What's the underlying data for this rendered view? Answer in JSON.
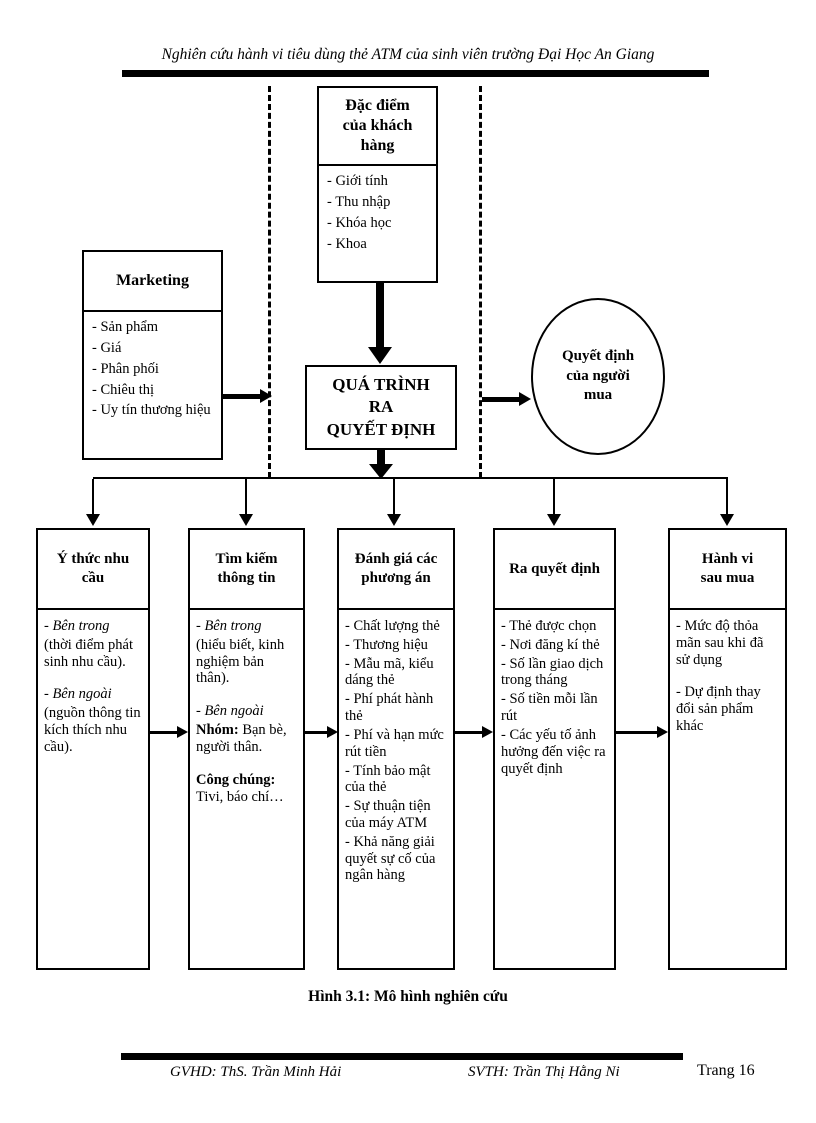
{
  "page": {
    "header": {
      "title": "Nghiên cứu hành vi tiêu dùng thẻ ATM của sinh viên trường Đại Học An Giang"
    },
    "caption": "Hình 3.1: Mô hình nghiên cứu",
    "footer": {
      "advisor": "GVHD: ThS. Trần Minh Hải",
      "student": "SVTH: Trần Thị Hằng Ni",
      "page_number": "Trang 16"
    }
  },
  "colors": {
    "ink": "#000000",
    "paper": "#ffffff"
  },
  "diagram": {
    "customer_box": {
      "title": "Đặc điểm của khách hàng",
      "items": [
        "- Giới tính",
        "- Thu nhập",
        "- Khóa học",
        "- Khoa"
      ]
    },
    "marketing_box": {
      "title": "Marketing",
      "items": [
        "- Sản phẩm",
        "- Giá",
        "- Phân phối",
        "- Chiêu thị",
        "- Uy tín thương hiệu"
      ]
    },
    "process_box": {
      "lines": [
        "QUÁ TRÌNH",
        "RA",
        "QUYẾT ĐỊNH"
      ]
    },
    "decision_ellipse": {
      "title": "Quyết định của người mua"
    },
    "stages": [
      {
        "title": "Ý thức nhu cầu",
        "lines": [
          {
            "parts": [
              {
                "t": "- Bên trong",
                "i": true
              }
            ]
          },
          {
            "parts": [
              {
                "t": "(thời điểm phát sinh nhu cầu)."
              }
            ]
          },
          {
            "gap": true
          },
          {
            "parts": [
              {
                "t": "- Bên ngoài",
                "i": true
              }
            ]
          },
          {
            "parts": [
              {
                "t": "(nguồn thông tin kích thích nhu cầu)."
              }
            ]
          }
        ]
      },
      {
        "title": "Tìm kiếm thông tin",
        "lines": [
          {
            "parts": [
              {
                "t": "- Bên trong",
                "i": true
              }
            ]
          },
          {
            "parts": [
              {
                "t": "(hiểu biết, kinh nghiệm bản thân)."
              }
            ]
          },
          {
            "gap": true
          },
          {
            "parts": [
              {
                "t": "- Bên ngoài",
                "i": true
              }
            ]
          },
          {
            "parts": [
              {
                "t": "Nhóm:",
                "b": true
              },
              {
                "t": " Bạn bè, người thân."
              }
            ]
          },
          {
            "gap": true
          },
          {
            "parts": [
              {
                "t": "Công chúng:",
                "b": true
              },
              {
                "t": " Tivi, báo chí…"
              }
            ]
          }
        ]
      },
      {
        "title": "Đánh giá các phương án",
        "lines": [
          {
            "parts": [
              {
                "t": "- Chất lượng thẻ"
              }
            ]
          },
          {
            "parts": [
              {
                "t": "- Thương hiệu"
              }
            ]
          },
          {
            "parts": [
              {
                "t": "- Mẫu mã, kiểu dáng thẻ"
              }
            ]
          },
          {
            "parts": [
              {
                "t": "- Phí phát hành thẻ"
              }
            ]
          },
          {
            "parts": [
              {
                "t": "- Phí và hạn mức rút tiền"
              }
            ]
          },
          {
            "parts": [
              {
                "t": "- Tính bảo mật của thẻ"
              }
            ]
          },
          {
            "parts": [
              {
                "t": "- Sự thuận tiện của máy ATM"
              }
            ]
          },
          {
            "parts": [
              {
                "t": "- Khả năng giải quyết sự cố của ngân hàng"
              }
            ]
          }
        ]
      },
      {
        "title": "Ra quyết định",
        "lines": [
          {
            "parts": [
              {
                "t": "- Thẻ được chọn"
              }
            ]
          },
          {
            "parts": [
              {
                "t": "- Nơi đăng kí thẻ"
              }
            ]
          },
          {
            "parts": [
              {
                "t": "- Số lần giao dịch trong tháng"
              }
            ]
          },
          {
            "parts": [
              {
                "t": "- Số tiền mỗi lần rút"
              }
            ]
          },
          {
            "parts": [
              {
                "t": "- Các yếu tố ảnh hưởng đến việc ra quyết định"
              }
            ]
          }
        ]
      },
      {
        "title": "Hành vi sau mua",
        "lines": [
          {
            "parts": [
              {
                "t": "- Mức độ thỏa mãn sau khi đã sử dụng"
              }
            ]
          },
          {
            "gap": true
          },
          {
            "parts": [
              {
                "t": "- Dự định thay đổi sản phẩm khác"
              }
            ]
          }
        ]
      }
    ]
  }
}
